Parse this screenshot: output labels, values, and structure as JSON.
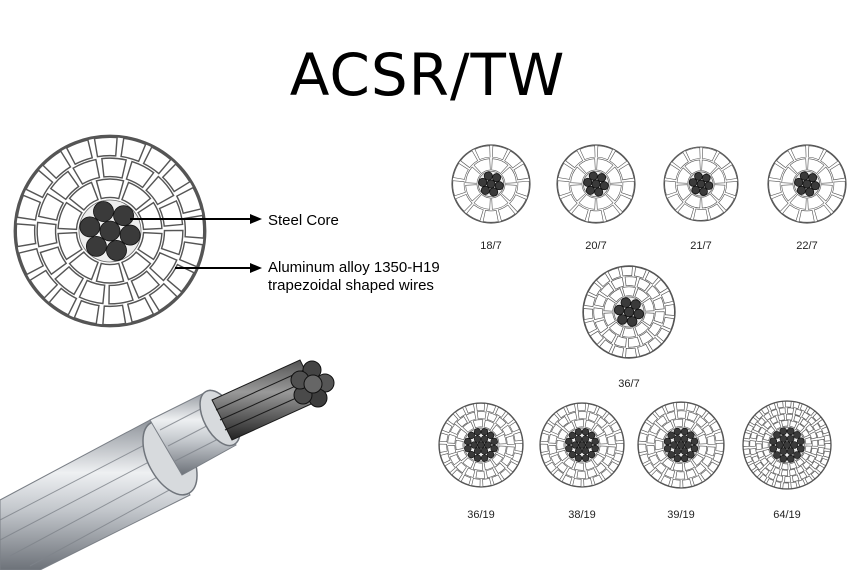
{
  "title": "ACSR/TW",
  "callouts": {
    "steel_core": "Steel Core",
    "aluminum_line1": "Aluminum alloy 1350-H19",
    "aluminum_line2": "trapezoidal shaped wires"
  },
  "variants": [
    {
      "label": "18/7",
      "al_layers": 2,
      "steel_wires": 7
    },
    {
      "label": "20/7",
      "al_layers": 2,
      "steel_wires": 7
    },
    {
      "label": "21/7",
      "al_layers": 2,
      "steel_wires": 7
    },
    {
      "label": "22/7",
      "al_layers": 2,
      "steel_wires": 7
    },
    {
      "label": "36/7",
      "al_layers": 3,
      "steel_wires": 7
    },
    {
      "label": "36/19",
      "al_layers": 3,
      "steel_wires": 19
    },
    {
      "label": "38/19",
      "al_layers": 3,
      "steel_wires": 19
    },
    {
      "label": "39/19",
      "al_layers": 3,
      "steel_wires": 19
    },
    {
      "label": "64/19",
      "al_layers": 4,
      "steel_wires": 19
    }
  ],
  "colors": {
    "steel": "#3a3a3a",
    "aluminum_stroke": "#555555",
    "aluminum_fill": "#ffffff",
    "cable_silver": "#c9ccd1"
  }
}
